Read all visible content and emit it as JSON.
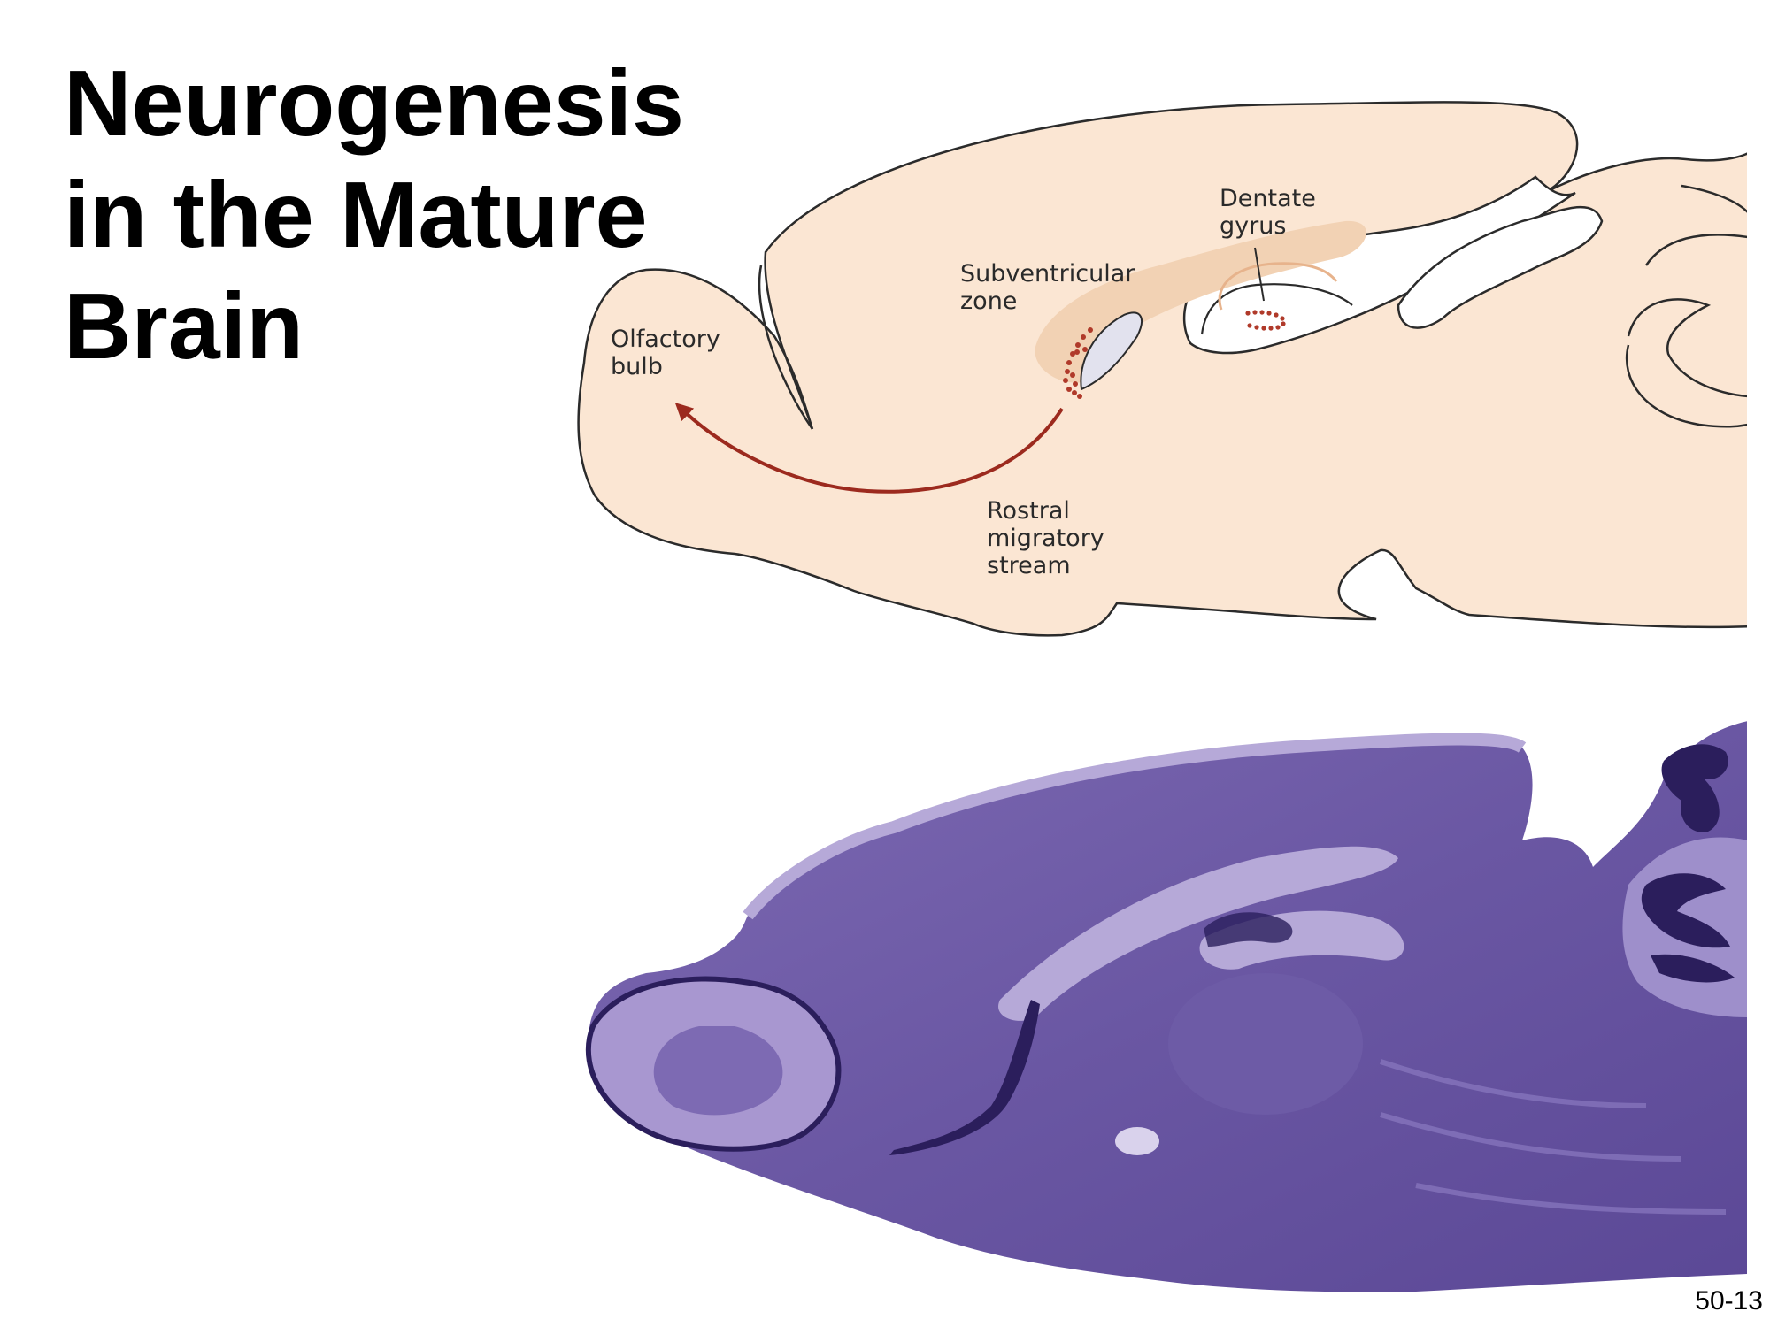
{
  "title": {
    "lines": [
      "Neurogenesis",
      "in the Mature",
      "Brain"
    ]
  },
  "labels": {
    "olfactory_bulb": [
      "Olfactory",
      "bulb"
    ],
    "subventricular_zone": [
      "Subventricular",
      "zone"
    ],
    "dentate_gyrus": [
      "Dentate",
      "gyrus"
    ],
    "rostral_migratory_stream": [
      "Rostral",
      "migratory",
      "stream"
    ]
  },
  "page_number": "50-13",
  "colors": {
    "tissue_fill": "#fbe6d3",
    "pathway_shading": "#f2d2b4",
    "migration_arrow": "#9c2a1e",
    "neuron_dots": "#b03a2a",
    "ventricle_fill": "#e2e2ee",
    "outline": "#2b2b2b",
    "nissl_stain_dark": "#2b1e5c",
    "nissl_stain_mid": "#6d5ba6",
    "nissl_stain_light": "#b6a9d8"
  }
}
